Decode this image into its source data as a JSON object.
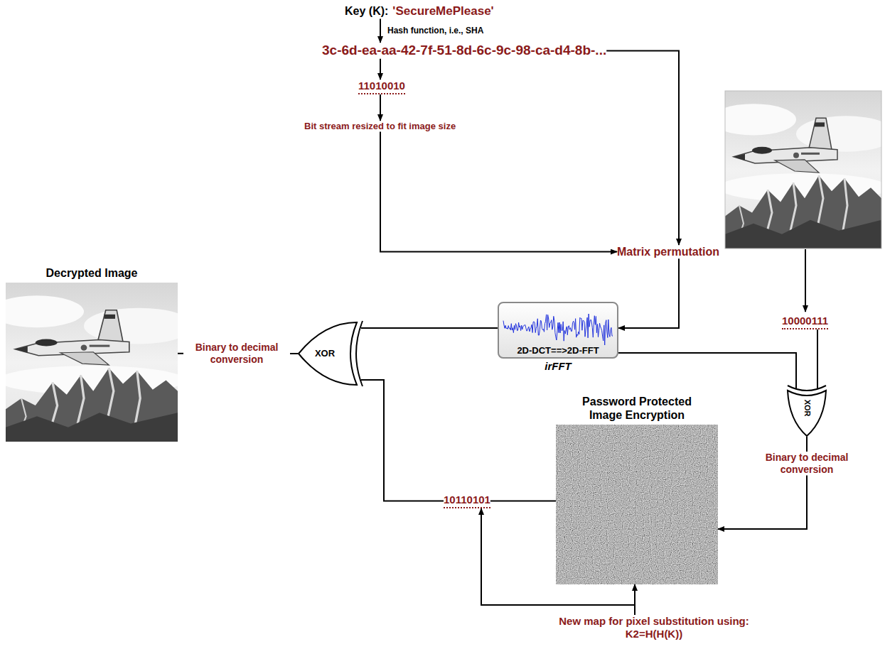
{
  "diagram": {
    "nodes": [
      {
        "text": [
          "Key (K):",
          "'SecureMePlease'"
        ]
      },
      {
        "text": [
          "3c-6d-ea-aa-42-7f-51-8d-6c-9c-98-ca-d4-8b-..."
        ]
      },
      {
        "text": [
          "11010010"
        ]
      },
      {
        "text": [
          "Bit stream resized to fit image size"
        ]
      },
      {
        "text": [
          "Matrix permutation"
        ]
      },
      {
        "text": [
          "2D-DCT==>2D-FFT",
          "irFFT"
        ]
      },
      {
        "text": [
          "10000111"
        ]
      },
      {
        "text": [
          "XOR"
        ]
      },
      {
        "text": [
          "Binary to decimal conversion"
        ]
      },
      {
        "text": [
          "Decrypted Image"
        ]
      },
      {
        "text": [
          "Binary to decimal conversion"
        ]
      },
      {
        "text": [
          "XOR"
        ]
      },
      {
        "text": [
          "Password Protected Image Encryption"
        ]
      },
      {
        "text": [
          "10110101"
        ]
      },
      {
        "text": [
          "New map for pixel substitution using: K2=H(H(K))"
        ]
      }
    ],
    "edges": [
      {
        "from": 0,
        "to": 1,
        "arrow": "to",
        "label": "Hash function, i.e., SHA"
      },
      {
        "from": 1,
        "to": 2,
        "arrow": "to"
      },
      {
        "from": 2,
        "to": 3,
        "arrow": "to"
      },
      {
        "from": 3,
        "to": 4,
        "arrow": "to"
      },
      {
        "from": 1,
        "to": 4,
        "arrow": "to"
      },
      {
        "from": 4,
        "to": 5,
        "arrow": "to"
      },
      {
        "from": 5,
        "to": 7,
        "arrow": "none"
      },
      {
        "from": 6,
        "to": 7,
        "arrow": "none"
      },
      {
        "from": 7,
        "to": 8,
        "arrow": "none"
      },
      {
        "from": 8,
        "to": 12,
        "arrow": "to"
      },
      {
        "from": 12,
        "to": 13,
        "arrow": "none"
      },
      {
        "from": 14,
        "to": 13,
        "arrow": "to"
      },
      {
        "from": 14,
        "to": 12,
        "arrow": "to"
      },
      {
        "from": 5,
        "to": 11,
        "arrow": "none"
      },
      {
        "from": 13,
        "to": 11,
        "arrow": "none"
      },
      {
        "from": 11,
        "to": 10,
        "arrow": "none"
      },
      {
        "from": 10,
        "to": 9,
        "arrow": "none"
      }
    ]
  }
}
